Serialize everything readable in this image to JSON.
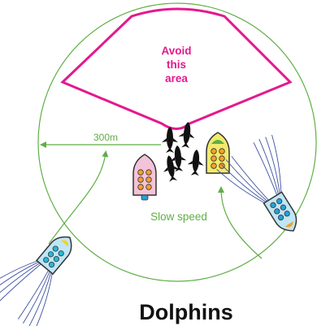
{
  "diagram": {
    "avoid_label": [
      "Avoid",
      "this",
      "area"
    ],
    "distance_label": "300m",
    "speed_label": "Slow speed",
    "title": "Dolphins"
  },
  "colors": {
    "zone_green": "#5faf46",
    "avoid_magenta": "#e3198d",
    "wake_blue": "#3b4fa0",
    "dolphin": "#111111"
  },
  "boats": [
    {
      "name": "pink-boat",
      "hull": "#f3c3d9",
      "seats": "#f6a12d",
      "outline": "#333333"
    },
    {
      "name": "yellow-boat",
      "hull": "#f2ea6b",
      "seats": "#f6a12d",
      "outline": "#333333"
    },
    {
      "name": "approaching-boat-right",
      "hull": "#bfe6f5",
      "seats": "#2a9fd6",
      "outline": "#333333"
    },
    {
      "name": "leaving-boat-left",
      "hull": "#bfe6f5",
      "seats": "#2ab7d6",
      "outline": "#333333"
    }
  ]
}
